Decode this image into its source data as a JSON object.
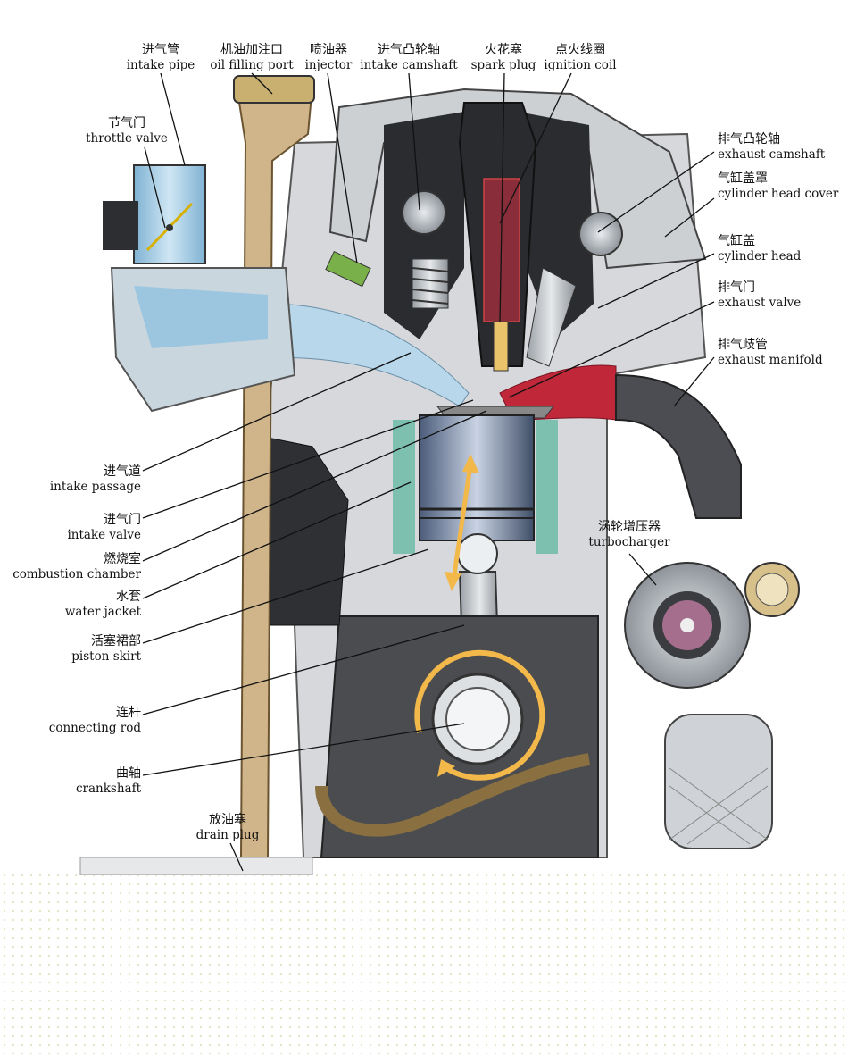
{
  "labels": {
    "intake_pipe": {
      "cn": "进气管",
      "en": "intake pipe"
    },
    "oil_filling_port": {
      "cn": "机油加注口",
      "en": "oil filling port"
    },
    "injector": {
      "cn": "喷油器",
      "en": "injector"
    },
    "intake_camshaft": {
      "cn": "进气凸轮轴",
      "en": "intake camshaft"
    },
    "spark_plug": {
      "cn": "火花塞",
      "en": "spark plug"
    },
    "ignition_coil": {
      "cn": "点火线圈",
      "en": "ignition coil"
    },
    "throttle_valve": {
      "cn": "节气门",
      "en": "throttle valve"
    },
    "exhaust_camshaft": {
      "cn": "排气凸轮轴",
      "en": "exhaust camshaft"
    },
    "cylinder_head_cover": {
      "cn": "气缸盖罩",
      "en": "cylinder head cover"
    },
    "cylinder_head": {
      "cn": "气缸盖",
      "en": "cylinder head"
    },
    "exhaust_valve": {
      "cn": "排气门",
      "en": "exhaust valve"
    },
    "exhaust_manifold": {
      "cn": "排气歧管",
      "en": "exhaust manifold"
    },
    "turbocharger": {
      "cn": "涡轮增压器",
      "en": "turbocharger"
    },
    "intake_passage": {
      "cn": "进气道",
      "en": "intake passage"
    },
    "intake_valve": {
      "cn": "进气门",
      "en": "intake valve"
    },
    "combustion_chamber": {
      "cn": "燃烧室",
      "en": "combustion chamber"
    },
    "water_jacket": {
      "cn": "水套",
      "en": "water jacket"
    },
    "piston_skirt": {
      "cn": "活塞裙部",
      "en": "piston skirt"
    },
    "connecting_rod": {
      "cn": "连杆",
      "en": "connecting rod"
    },
    "crankshaft": {
      "cn": "曲轴",
      "en": "crankshaft"
    },
    "drain_plug": {
      "cn": "放油塞",
      "en": "drain plug"
    }
  },
  "colors": {
    "engine_grey": "#c9ccd0",
    "dark_part": "#3a3c40",
    "intake_blue": "#9cc6e0",
    "exhaust_red": "#c0283a",
    "water_jacket_green": "#5fb8a0",
    "arrow_amber": "#f2b84a",
    "injector_green": "#7ab04a",
    "leader_line": "#111111"
  }
}
